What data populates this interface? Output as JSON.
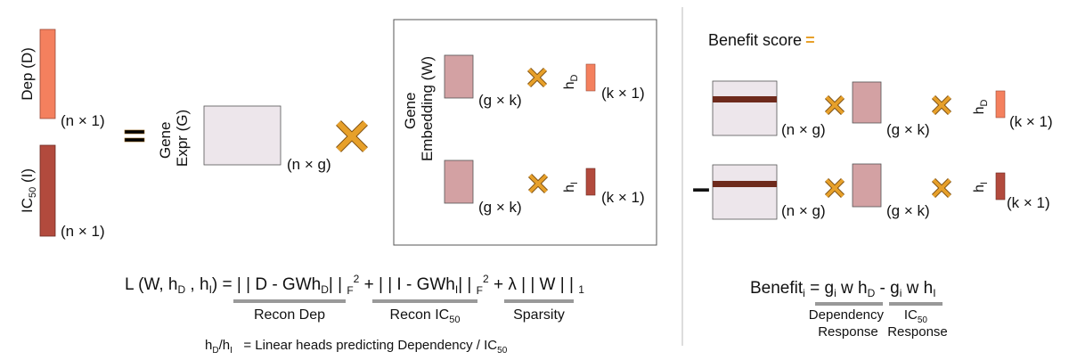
{
  "colors": {
    "dep": "#F4805E",
    "ic50": "#B24A3D",
    "matrix_gray": "#EDE6EB",
    "embed_pink": "#D3A1A3",
    "cross": "#E7A02A",
    "row_band": "#6E2A1C",
    "underline": "#999999",
    "divider": "#BBBBBB"
  },
  "left": {
    "dep_label": "Dep (D)",
    "ic50_label_pre": "IC",
    "ic50_label_sub": "50",
    "ic50_label_post": " (I)",
    "dep_dim": "(n × 1)",
    "ic50_dim": "(n × 1)",
    "gene_expr_line1": "Gene",
    "gene_expr_line2": "Expr (G)",
    "gene_expr_dim": "(n × g)",
    "embedding_line1": "Gene",
    "embedding_line2": "Embedding (W)",
    "embed_dim_top": "(g × k)",
    "embed_dim_bottom": "(g × k)",
    "hd_label": "h",
    "hd_sub": "D",
    "hi_label": "h",
    "hi_sub": "I",
    "hd_dim": "(k × 1)",
    "hi_dim": "(k × 1)"
  },
  "loss": {
    "p1": "L (W, h",
    "p1_sub": "D",
    "p2": " , h",
    "p2_sub": "I",
    "p3": ") = | | D - GWh",
    "p3_sub": "D",
    "p4": "| | ",
    "p4_sub": "F",
    "p4_sup": "2",
    "p5": " + | | I - GWh",
    "p5_sub": "I",
    "p6": "| | ",
    "p6_sub": "F",
    "p6_sup": "2",
    "p7": " + λ | | W | | ",
    "p7_sub": "1",
    "recon_dep": "Recon Dep",
    "recon_ic50_pre": "Recon IC",
    "recon_ic50_sub": "50",
    "sparsity": "Sparsity",
    "heads_pre": "h",
    "heads_sub1": "D",
    "heads_mid": "/h",
    "heads_sub2": "I",
    "heads_post": "   = Linear heads predicting Dependency / IC",
    "heads_sub3": "50"
  },
  "right": {
    "benefit_score_label": "Benefit score",
    "benefit_score_eq": "=",
    "top_gene_dim": "(n × g)",
    "top_embed_dim": "(g × k)",
    "top_head_label": "h",
    "top_head_sub": "D",
    "top_head_dim": "(k × 1)",
    "bottom_gene_dim": "(n × g)",
    "bottom_embed_dim": "(g × k)",
    "bottom_head_label": "h",
    "bottom_head_sub": "I",
    "bottom_head_dim": "(k × 1)",
    "minus": "–"
  },
  "benefit_formula": {
    "b1": "Benefit",
    "b1_sub": "i",
    "b2": " = g",
    "b2_sub": "i",
    "b3": " w h",
    "b3_sub": "D",
    "b4": " - g",
    "b4_sub": "i",
    "b5": " w h",
    "b5_sub": "I",
    "dep_resp_line1": "Dependency",
    "dep_resp_line2": "Response",
    "ic50_resp_pre": "IC",
    "ic50_resp_sub": "50",
    "ic50_resp_line2": "Response"
  }
}
